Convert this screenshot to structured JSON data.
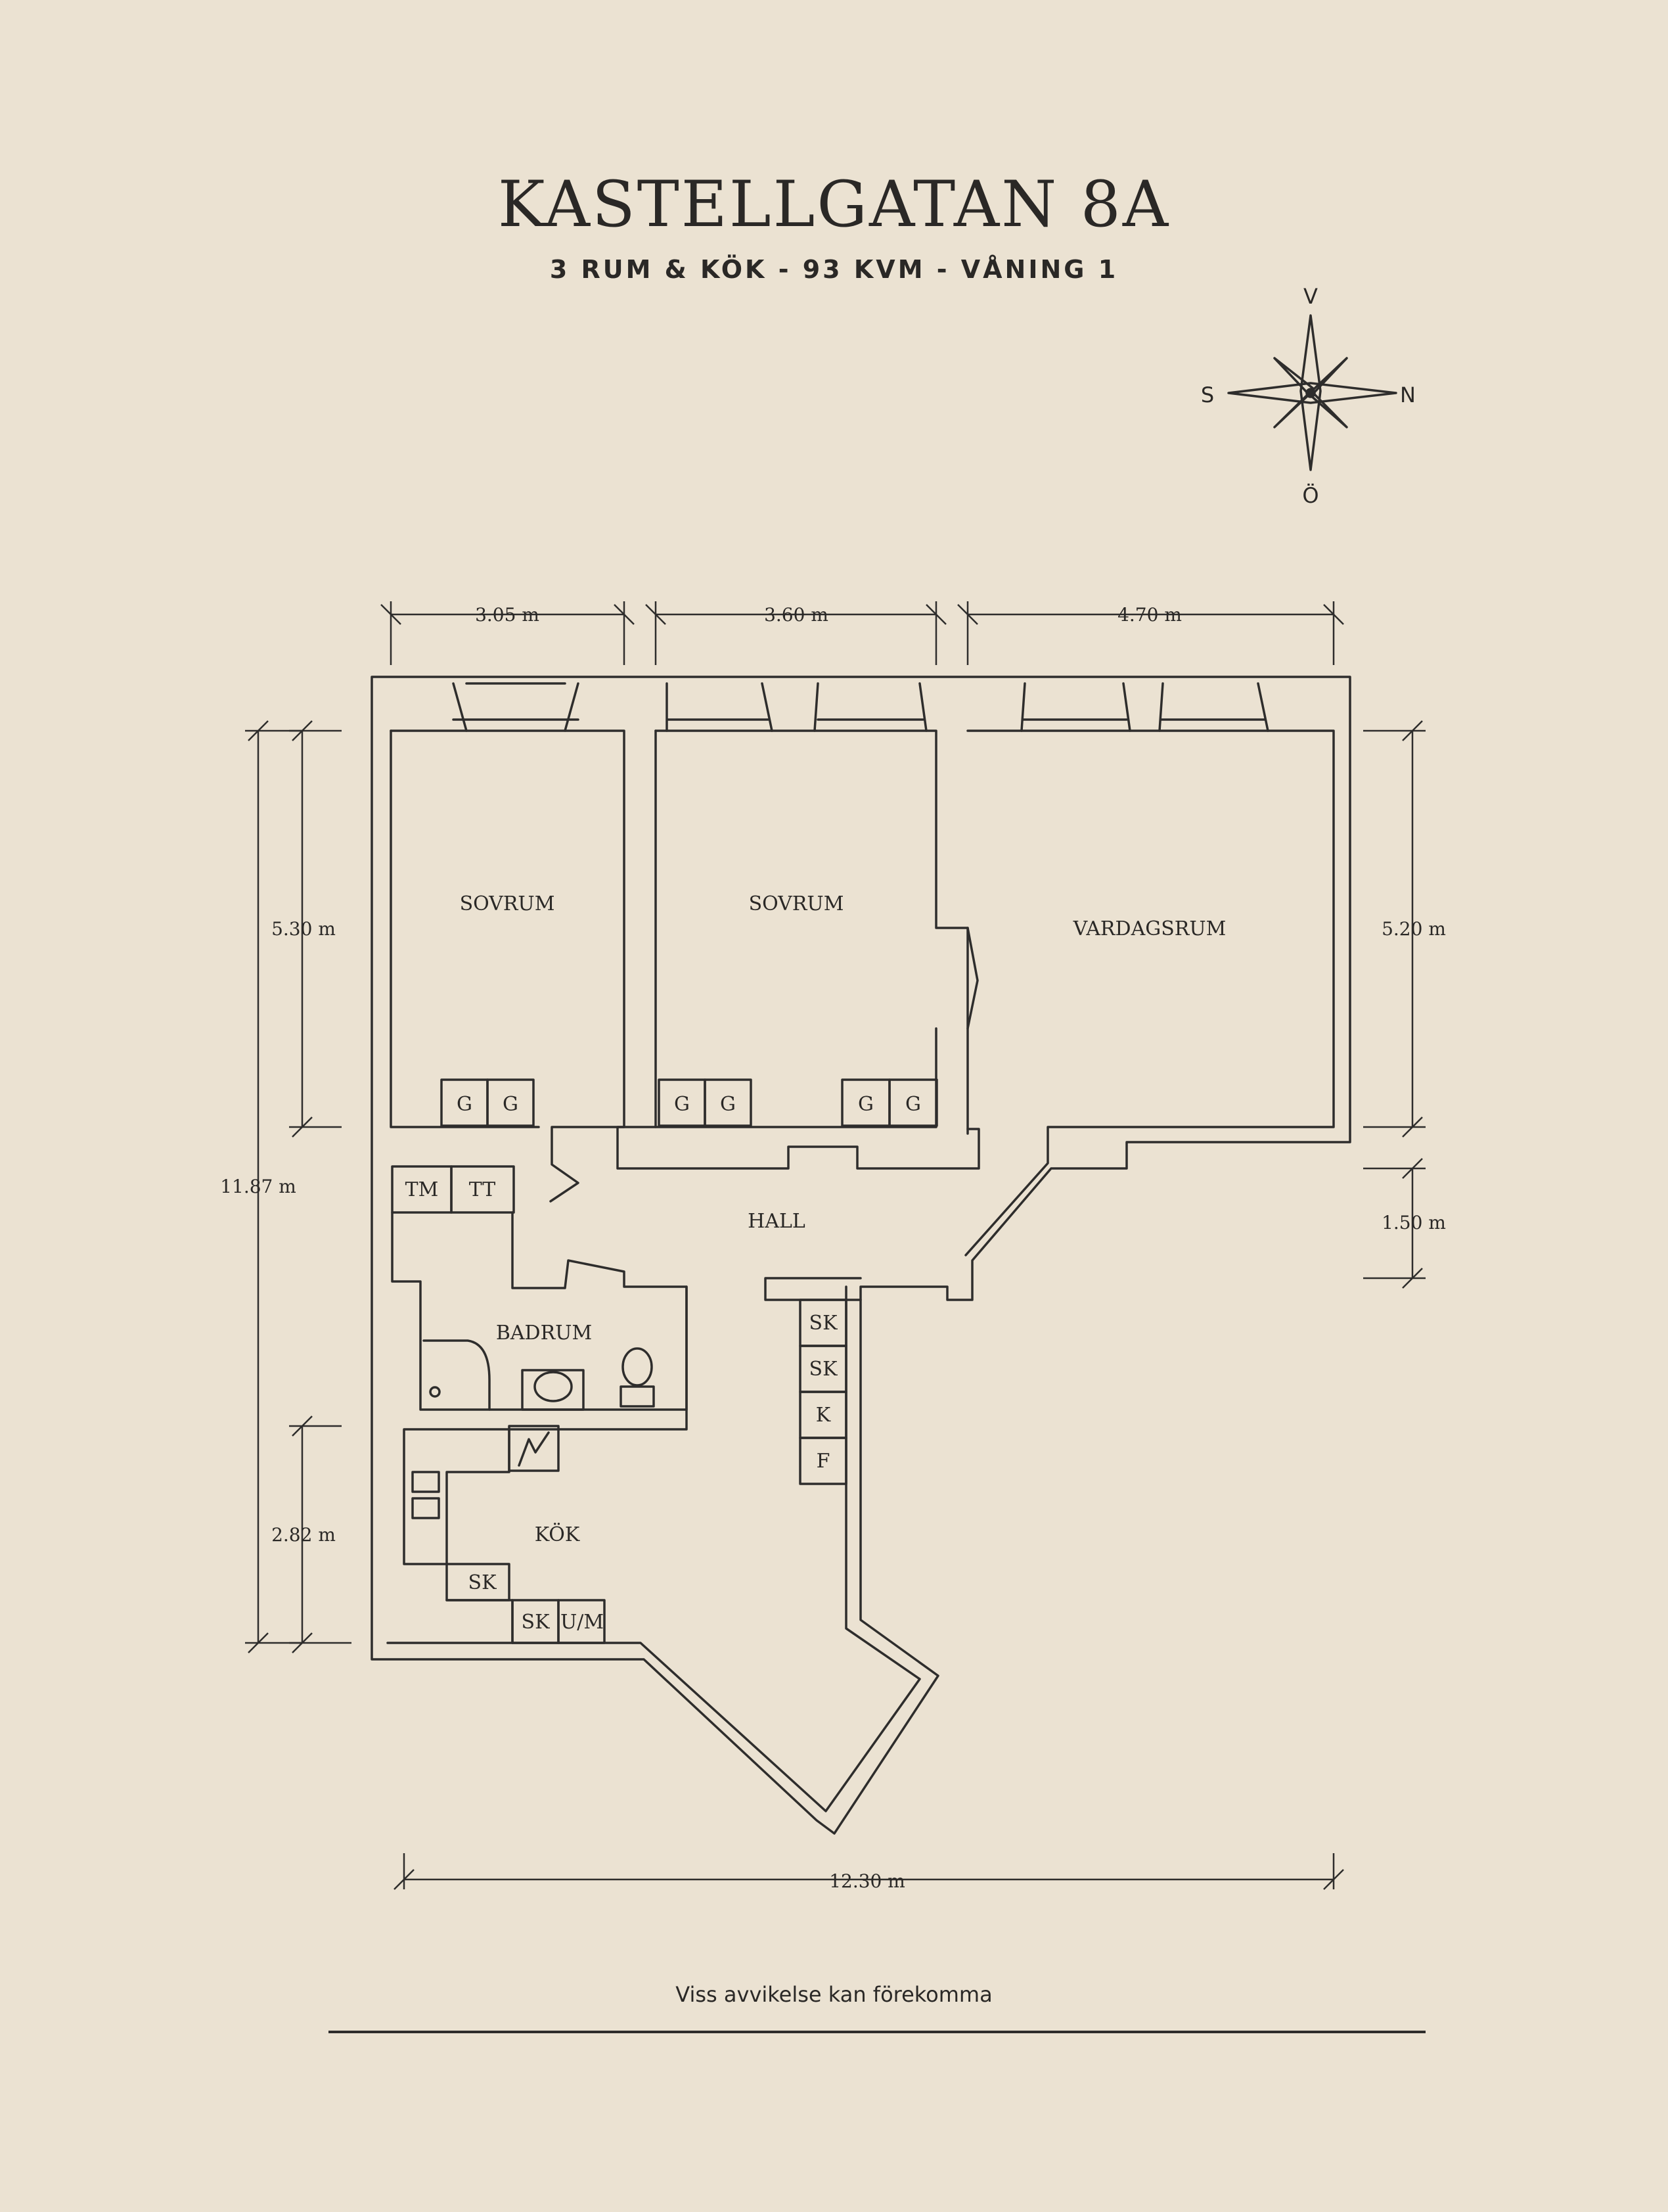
{
  "header": {
    "title": "KASTELLGATAN 8A",
    "subtitle": "3 RUM & KÖK  -  93 KVM  -  VÅNING 1"
  },
  "compass": {
    "top": "V",
    "left": "S",
    "right": "N",
    "bottom": "Ö"
  },
  "rooms": {
    "sovrum1": "SOVRUM",
    "sovrum2": "SOVRUM",
    "vardagsrum": "VARDAGSRUM",
    "hall": "HALL",
    "badrum": "BADRUM",
    "kok": "KÖK"
  },
  "dimensions": {
    "top1": "3.05 m",
    "top2": "3.60 m",
    "top3": "4.70 m",
    "left_upper": "5.30 m",
    "left_total": "11.87 m",
    "left_lower": "2.82 m",
    "right_upper": "5.20 m",
    "right_lower": "1.50 m",
    "bottom": "12.30 m"
  },
  "fixtures": {
    "g": "G",
    "tm": "TM",
    "tt": "TT",
    "sk": "SK",
    "k": "K",
    "f": "F",
    "um": "U/M"
  },
  "footer": {
    "note": "Viss avvikelse kan förekomma"
  }
}
